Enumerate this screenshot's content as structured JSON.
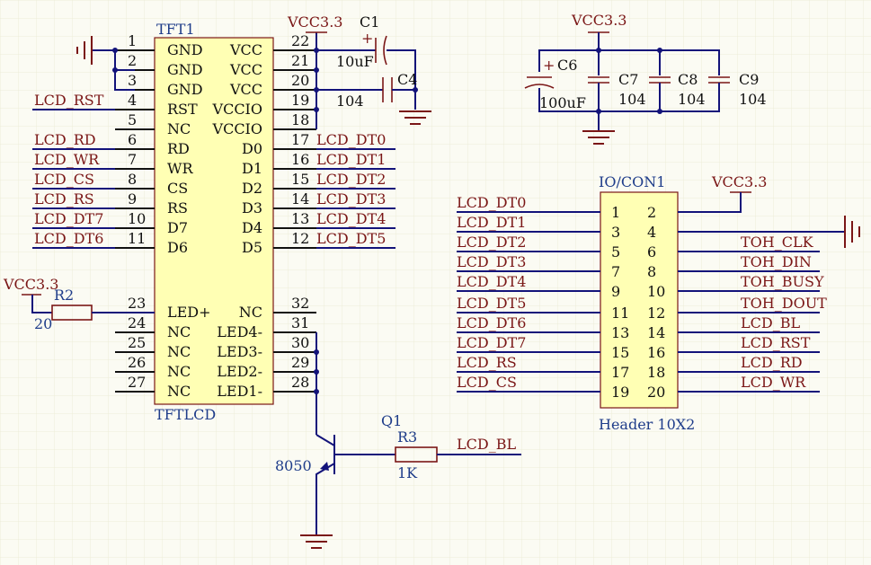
{
  "tft": {
    "designator": "TFT1",
    "part_name": "TFTLCD",
    "left_pins": [
      {
        "num": "1",
        "name": "GND",
        "net": ""
      },
      {
        "num": "2",
        "name": "GND",
        "net": ""
      },
      {
        "num": "3",
        "name": "GND",
        "net": ""
      },
      {
        "num": "4",
        "name": "RST",
        "net": "LCD_RST"
      },
      {
        "num": "5",
        "name": "NC",
        "net": ""
      },
      {
        "num": "6",
        "name": "RD",
        "net": "LCD_RD"
      },
      {
        "num": "7",
        "name": "WR",
        "net": "LCD_WR"
      },
      {
        "num": "8",
        "name": "CS",
        "net": "LCD_CS"
      },
      {
        "num": "9",
        "name": "RS",
        "net": "LCD_RS"
      },
      {
        "num": "10",
        "name": "D7",
        "net": "LCD_DT7"
      },
      {
        "num": "11",
        "name": "D6",
        "net": "LCD_DT6"
      },
      {
        "num": "23",
        "name": "LED+",
        "net": ""
      },
      {
        "num": "24",
        "name": "NC",
        "net": ""
      },
      {
        "num": "25",
        "name": "NC",
        "net": ""
      },
      {
        "num": "26",
        "name": "NC",
        "net": ""
      },
      {
        "num": "27",
        "name": "NC",
        "net": ""
      }
    ],
    "right_pins": [
      {
        "num": "22",
        "name": "VCC",
        "net": ""
      },
      {
        "num": "21",
        "name": "VCC",
        "net": ""
      },
      {
        "num": "20",
        "name": "VCC",
        "net": ""
      },
      {
        "num": "19",
        "name": "VCCIO",
        "net": ""
      },
      {
        "num": "18",
        "name": "VCCIO",
        "net": ""
      },
      {
        "num": "17",
        "name": "D0",
        "net": "LCD_DT0"
      },
      {
        "num": "16",
        "name": "D1",
        "net": "LCD_DT1"
      },
      {
        "num": "15",
        "name": "D2",
        "net": "LCD_DT2"
      },
      {
        "num": "14",
        "name": "D3",
        "net": "LCD_DT3"
      },
      {
        "num": "13",
        "name": "D4",
        "net": "LCD_DT4"
      },
      {
        "num": "12",
        "name": "D5",
        "net": "LCD_DT5"
      },
      {
        "num": "32",
        "name": "NC",
        "net": ""
      },
      {
        "num": "31",
        "name": "LED4-",
        "net": ""
      },
      {
        "num": "30",
        "name": "LED3-",
        "net": ""
      },
      {
        "num": "29",
        "name": "LED2-",
        "net": ""
      },
      {
        "num": "28",
        "name": "LED1-",
        "net": ""
      }
    ]
  },
  "power": {
    "vcc_tft": "VCC3.3",
    "vcc_caps": "VCC3.3",
    "vcc_header": "VCC3.3",
    "vcc_r2": "VCC3.3"
  },
  "caps": {
    "c1": {
      "ref": "C1",
      "value": "10uF"
    },
    "c4": {
      "ref": "C4",
      "value": "104"
    },
    "c6": {
      "ref": "C6",
      "value": "100uF"
    },
    "c7": {
      "ref": "C7",
      "value": "104"
    },
    "c8": {
      "ref": "C8",
      "value": "104"
    },
    "c9": {
      "ref": "C9",
      "value": "104"
    }
  },
  "r2": {
    "ref": "R2",
    "value": "20"
  },
  "r3": {
    "ref": "R3",
    "value": "1K"
  },
  "q1": {
    "ref": "Q1",
    "value": "8050"
  },
  "led_net": "LCD_BL",
  "header": {
    "designator": "IO/CON1",
    "part_name": "Header 10X2",
    "left": [
      {
        "num": "1",
        "net": "LCD_DT0"
      },
      {
        "num": "3",
        "net": "LCD_DT1"
      },
      {
        "num": "5",
        "net": "LCD_DT2"
      },
      {
        "num": "7",
        "net": "LCD_DT3"
      },
      {
        "num": "9",
        "net": "LCD_DT4"
      },
      {
        "num": "11",
        "net": "LCD_DT5"
      },
      {
        "num": "13",
        "net": "LCD_DT6"
      },
      {
        "num": "15",
        "net": "LCD_DT7"
      },
      {
        "num": "17",
        "net": "LCD_RS"
      },
      {
        "num": "19",
        "net": "LCD_CS"
      }
    ],
    "right": [
      {
        "num": "2",
        "net": ""
      },
      {
        "num": "4",
        "net": ""
      },
      {
        "num": "6",
        "net": "TOH_CLK"
      },
      {
        "num": "8",
        "net": "TOH_DIN"
      },
      {
        "num": "10",
        "net": "TOH_BUSY"
      },
      {
        "num": "12",
        "net": "TOH_DOUT"
      },
      {
        "num": "14",
        "net": "LCD_BL"
      },
      {
        "num": "16",
        "net": "LCD_RST"
      },
      {
        "num": "18",
        "net": "LCD_RD"
      },
      {
        "num": "20",
        "net": "LCD_WR"
      }
    ]
  }
}
